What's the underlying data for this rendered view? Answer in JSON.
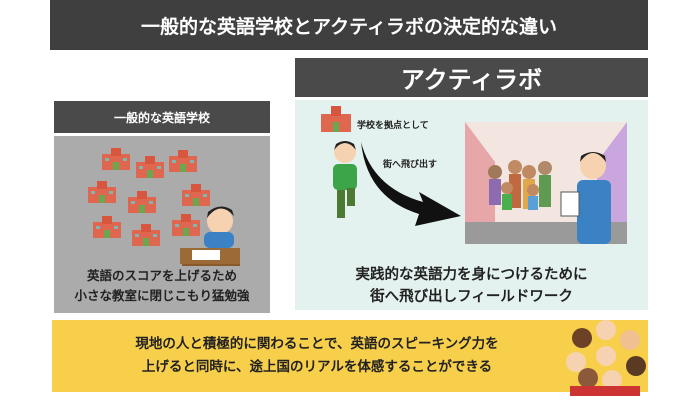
{
  "title": "一般的な英語学校とアクティラボの決定的な違い",
  "general": {
    "header": "一般的な英語学校",
    "caption_line1": "英語のスコアを上げるため",
    "caption_line2": "小さな教室に閉じこもり猛勉強"
  },
  "actilab": {
    "header": "アクティラボ",
    "label_school": "学校を拠点として",
    "label_street": "街へ飛び出す",
    "caption_line1": "実践的な英語力を身につけるために",
    "caption_line2": "街へ飛び出しフィールドワーク"
  },
  "bottom": {
    "line1": "現地の人と積極的に関わることで、英語のスピーキング力を",
    "line2": "上げると同時に、途上国のリアルを体感することができる"
  },
  "colors": {
    "title_bg": "#3f3f3f",
    "header_bg": "#4a4a4a",
    "general_bg": "#ababab",
    "actilab_bg": "#e4f2ef",
    "bottom_bg": "#f8cf4b"
  }
}
